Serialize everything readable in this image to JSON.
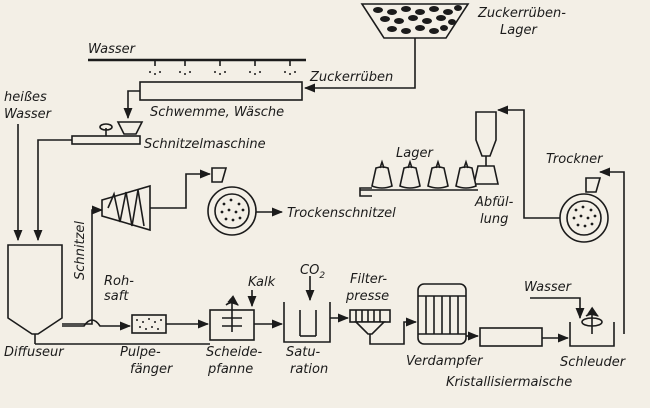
{
  "labels": {
    "zuckerrueben_lager_1": "Zuckerrüben-",
    "zuckerrueben_lager_2": "Lager",
    "wasser_top": "Wasser",
    "zuckerrueben": "Zuckerrüben",
    "heisses_1": "heißes",
    "heisses_2": "Wasser",
    "schwemme": "Schwemme, Wäsche",
    "schnitzelmaschine": "Schnitzelmaschine",
    "lager": "Lager",
    "trockner": "Trockner",
    "trockenschnitzel": "Trockenschnitzel",
    "abfuellung_1": "Abfül-",
    "abfuellung_2": "lung",
    "schnitzel": "Schnitzel",
    "rohsaft_1": "Roh-",
    "rohsaft_2": "saft",
    "kalk": "Kalk",
    "co2_base": "CO",
    "co2_sub": "2",
    "filterpresse_1": "Filter-",
    "filterpresse_2": "presse",
    "wasser_right": "Wasser",
    "diffuseur": "Diffuseur",
    "pulpe_1": "Pulpe-",
    "pulpe_2": "fänger",
    "scheide_1": "Scheide-",
    "scheide_2": "pfanne",
    "satu_1": "Satu-",
    "satu_2": "ration",
    "verdampfer": "Verdampfer",
    "kristallisiermaische": "Kristallisiermaische",
    "schleuder": "Schleuder"
  }
}
